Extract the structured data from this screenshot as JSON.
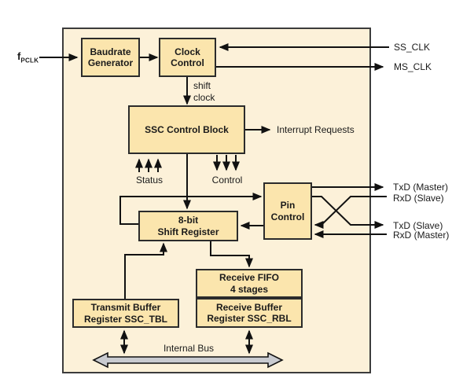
{
  "colors": {
    "container_fill": "#FCF1D9",
    "block_fill": "#FBE5AD",
    "block_border": "#2b2b2b",
    "wire": "#111111",
    "bus_fill": "#C9CBD0",
    "background": "#ffffff"
  },
  "blocks": {
    "baudrate_generator": "Baudrate\nGenerator",
    "clock_control": "Clock\nControl",
    "ssc_control_block": "SSC Control Block",
    "shift_register": "8-bit\nShift Register",
    "pin_control": "Pin\nControl",
    "receive_fifo": "Receive FIFO\n4 stages",
    "receive_buffer_register": "Receive Buffer\nRegister SSC_RBL",
    "transmit_buffer_register": "Transmit Buffer\nRegister SSC_TBL"
  },
  "signals": {
    "fpclk_base": "f",
    "fpclk_sub": "PCLK",
    "ss_clk": "SS_CLK",
    "ms_clk": "MS_CLK",
    "interrupt_requests": "Interrupt Requests",
    "txd_master": "TxD (Master)",
    "rxd_slave": "RxD (Slave)",
    "txd_slave": "TxD (Slave)",
    "rxd_master": "RxD (Master)"
  },
  "annotations": {
    "shift_clock": "shift\nclock",
    "status": "Status",
    "control": "Control",
    "internal_bus": "Internal Bus"
  }
}
